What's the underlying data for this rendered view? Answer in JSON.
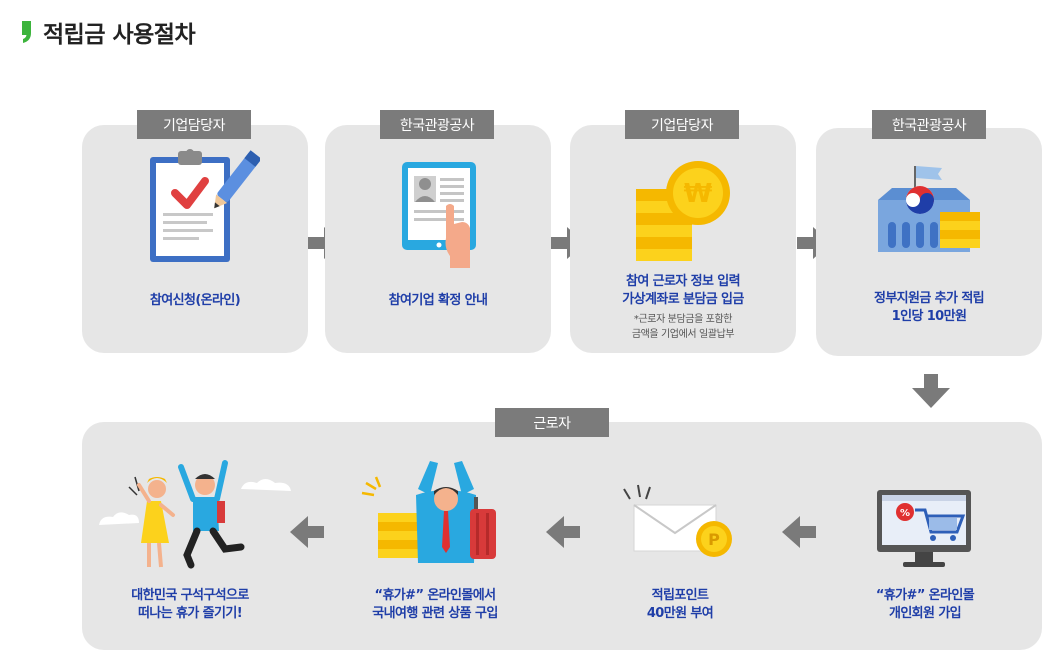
{
  "page": {
    "title": "적립금 사용절차"
  },
  "top_row": [
    {
      "tag": "기업담당자",
      "label_lines": [
        "참여신청(온라인)"
      ],
      "icon": "application-form-icon"
    },
    {
      "tag": "한국관광공사",
      "label_lines": [
        "참여기업 확정 안내"
      ],
      "icon": "tablet-profile-icon"
    },
    {
      "tag": "기업담당자",
      "label_lines": [
        "참여 근로자 정보 입력",
        "가상계좌로 분담금 입금"
      ],
      "note_lines": [
        "*근로자 분담금을 포함한",
        "금액을 기업에서 일괄납부"
      ],
      "icon": "won-coins-icon"
    },
    {
      "tag": "한국관광공사",
      "label_lines": [
        "정부지원금 추가 적립",
        "1인당 10만원"
      ],
      "icon": "government-building-icon"
    }
  ],
  "bottom": {
    "tag": "근로자",
    "steps": [
      {
        "label_lines": [
          "“휴가#” 온라인몰",
          "개인회원 가입"
        ],
        "icon": "shopping-cart-monitor-icon"
      },
      {
        "label_lines": [
          "적립포인트",
          "40만원 부여"
        ],
        "icon": "envelope-point-icon"
      },
      {
        "label_lines": [
          "“휴가#” 온라인몰에서",
          "국내여행 관련 상품 구입"
        ],
        "icon": "traveler-luggage-icon"
      },
      {
        "label_lines": [
          "대한민국 구석구석으로",
          "떠나는 휴가 즐기기!"
        ],
        "icon": "happy-travelers-icon"
      }
    ]
  },
  "colors": {
    "card": "#e6e6e6",
    "tag": "#7b7b7b",
    "label": "#1f3ea8",
    "arrow": "#7a7a7a",
    "accent_green": "#3cb43c"
  }
}
